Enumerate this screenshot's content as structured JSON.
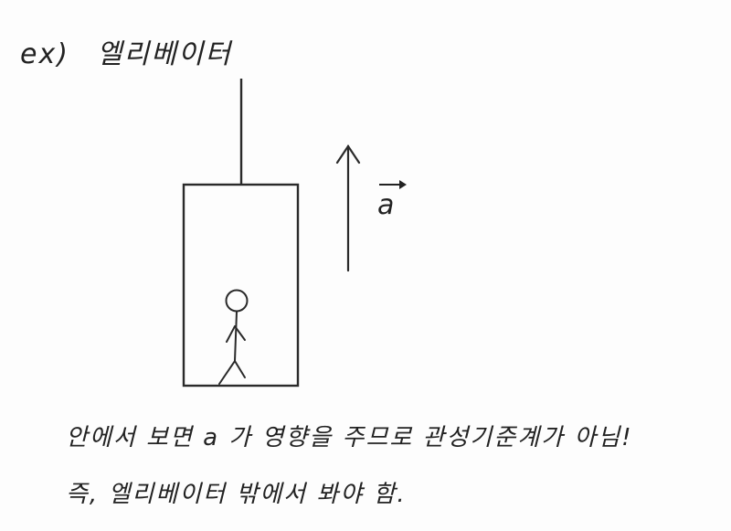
{
  "heading": {
    "prefix": "ex)",
    "title": "엘리베이터"
  },
  "diagram": {
    "acceleration_label": "a"
  },
  "notes": {
    "line1": "안에서 보면 a 가 영향을 주므로 관성기준계가 아님!",
    "line2": "즉, 엘리베이터 밖에서 봐야 함."
  }
}
